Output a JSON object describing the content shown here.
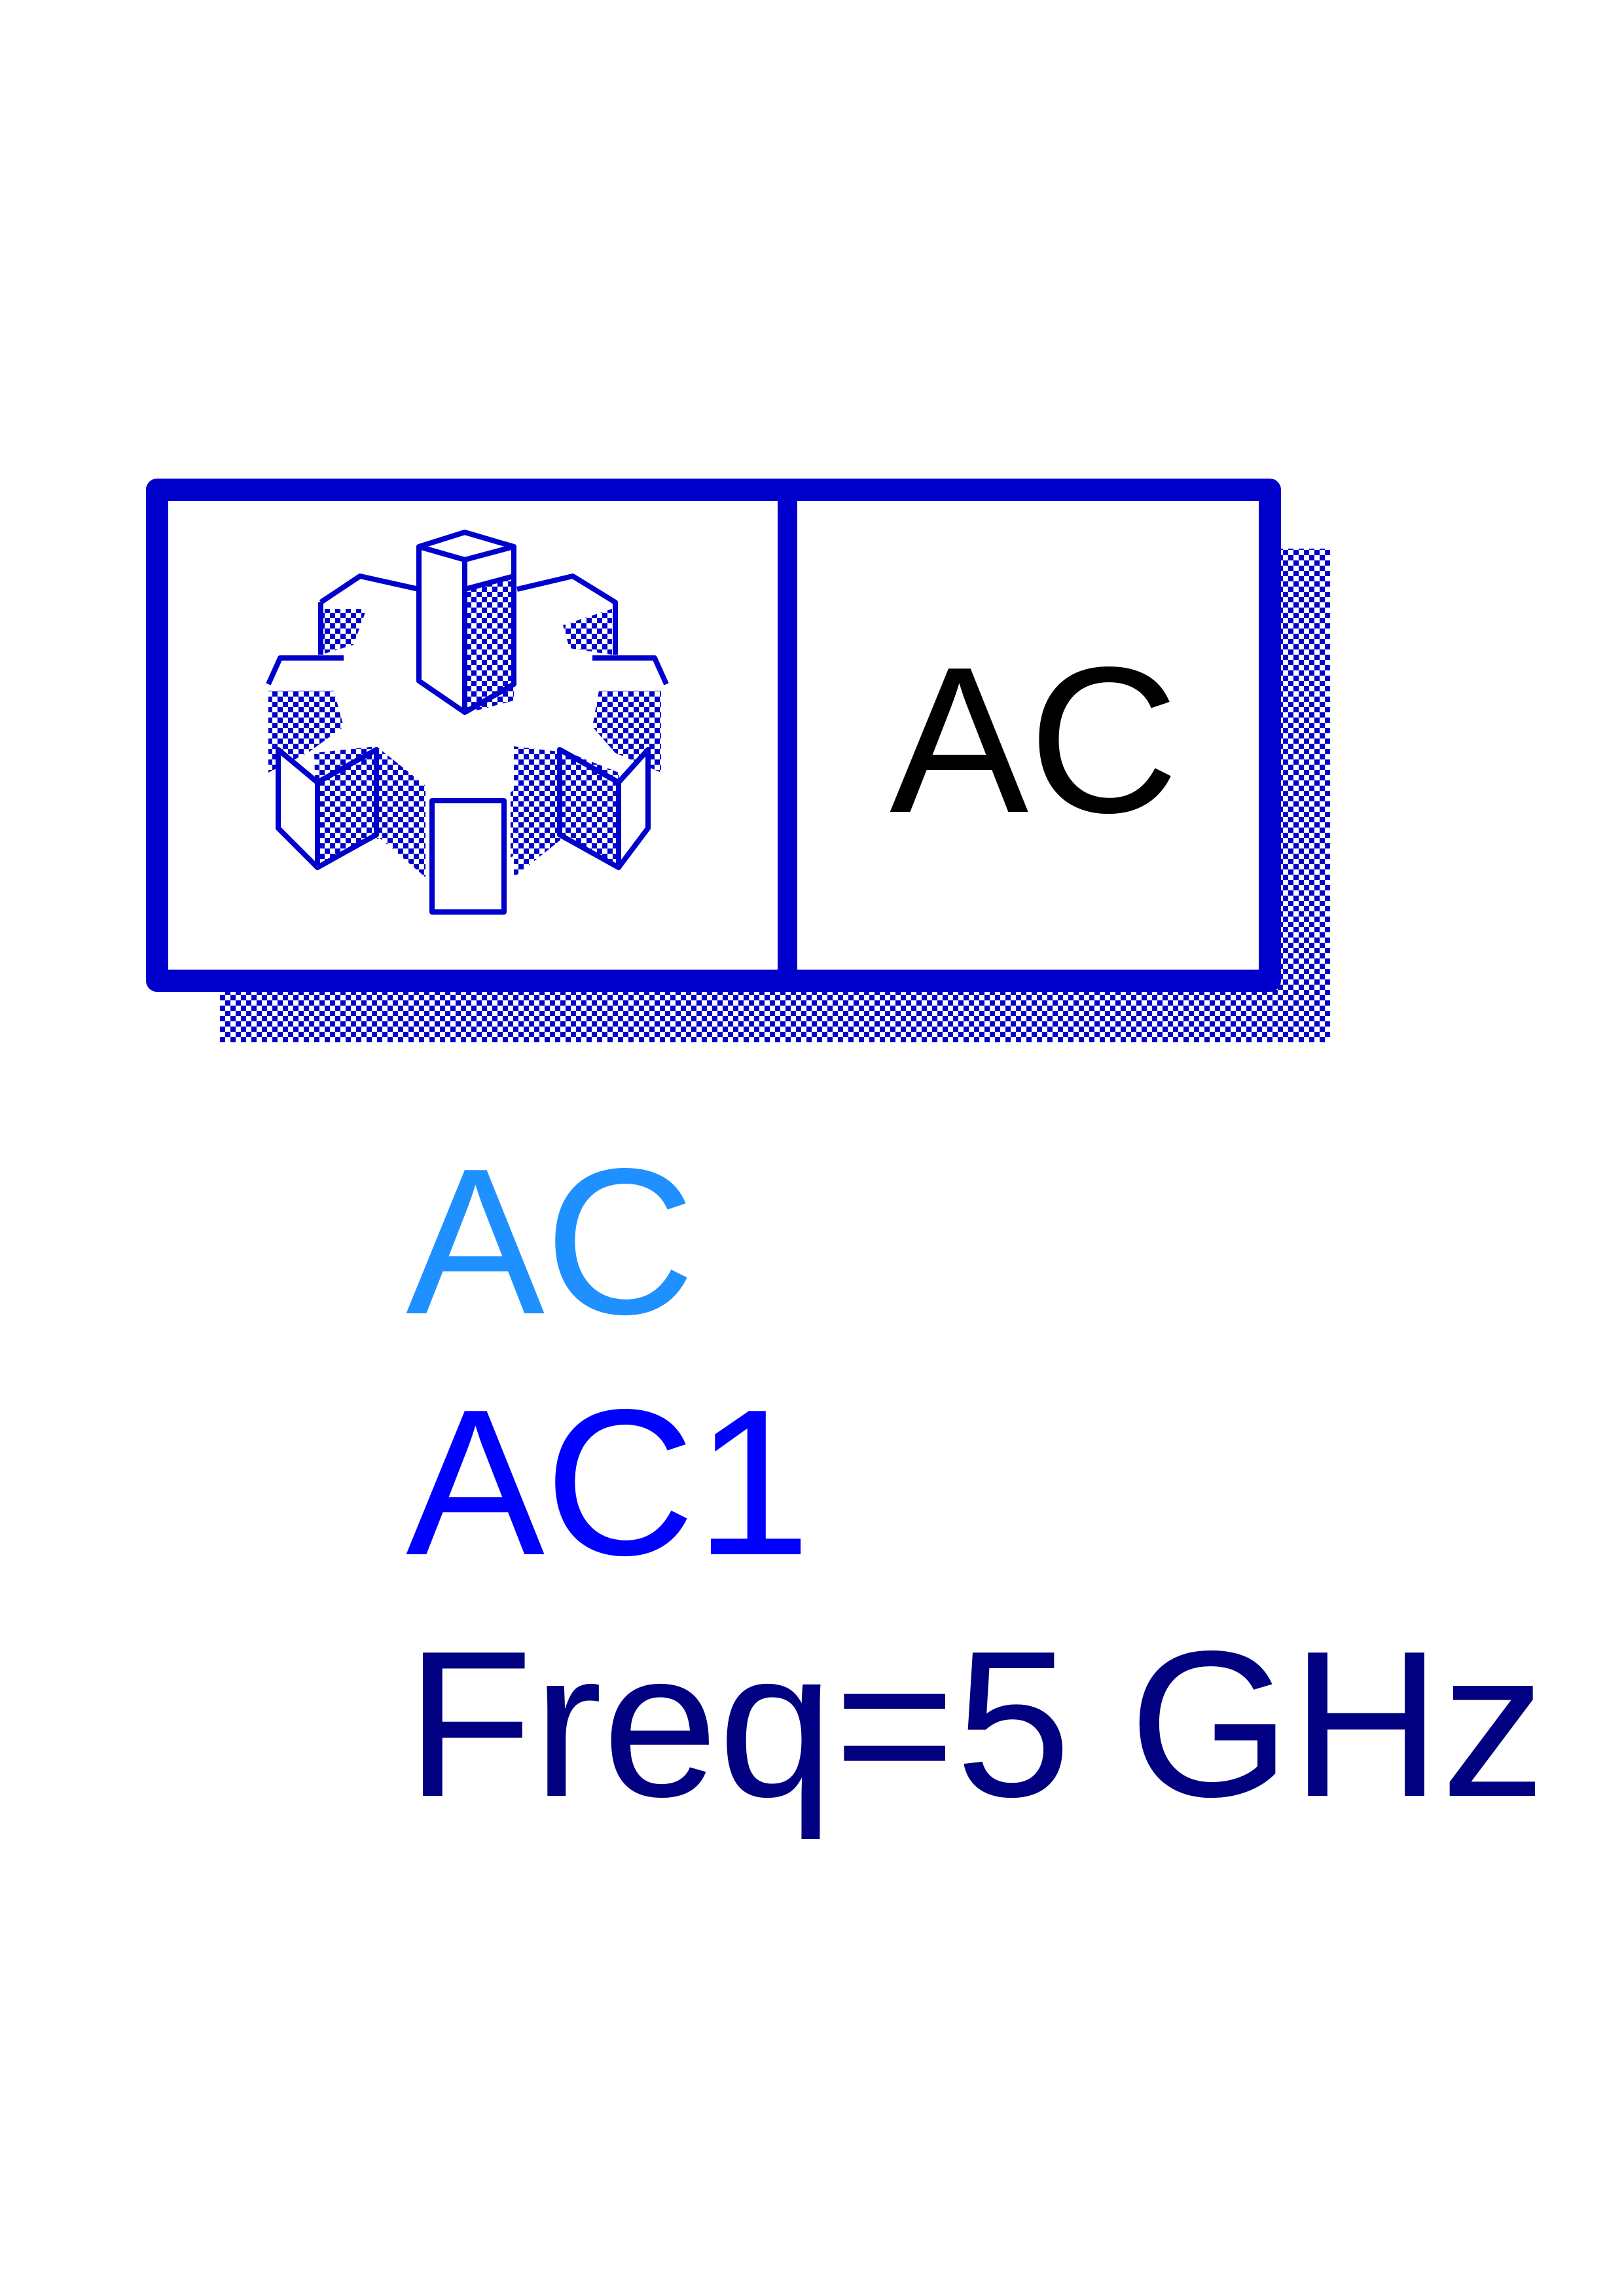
{
  "component": {
    "box_label": "AC",
    "type_label": "AC",
    "instance_name": "AC1",
    "parameter": "Freq=5 GHz"
  },
  "colors": {
    "frame": "#0000cc",
    "shadow_pattern": "#0000cc",
    "box_label": "#000000",
    "type_label": "#1e90ff",
    "instance_name": "#0000ff",
    "parameter": "#000080"
  },
  "icons": {
    "simulation_icon": "gear-with-cylinders-icon"
  }
}
